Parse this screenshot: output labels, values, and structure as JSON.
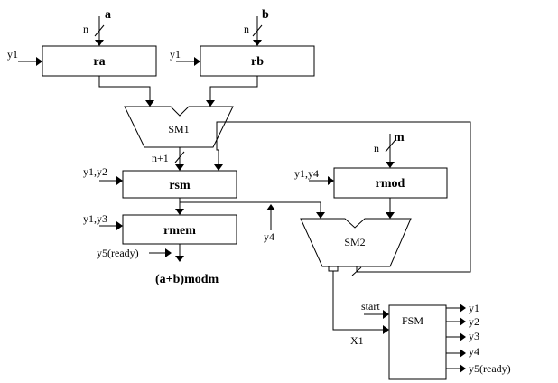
{
  "blocks": {
    "ra": "ra",
    "rb": "rb",
    "sm1": "SM1",
    "rsm": "rsm",
    "rmem": "rmem",
    "rmod": "rmod",
    "sm2": "SM2",
    "fsm": "FSM"
  },
  "inputs": {
    "a": "a",
    "b": "b",
    "m": "m",
    "n_a": "n",
    "n_b": "n",
    "n_m": "n",
    "n_plus_1": "n+1"
  },
  "control_labels": {
    "ra_ctrl": "y1",
    "rb_ctrl": "y1",
    "rsm_ctrl": "y1,y2",
    "rmem_ctrl": "y1,y3",
    "rmod_ctrl": "y1,y4",
    "sm2_ctrl": "y4",
    "ready": "y5(ready)",
    "start": "start",
    "x1": "X1"
  },
  "fsm_outputs": [
    "y1",
    "y2",
    "y3",
    "y4",
    "y5(ready)"
  ],
  "result": "(a+b)modm"
}
